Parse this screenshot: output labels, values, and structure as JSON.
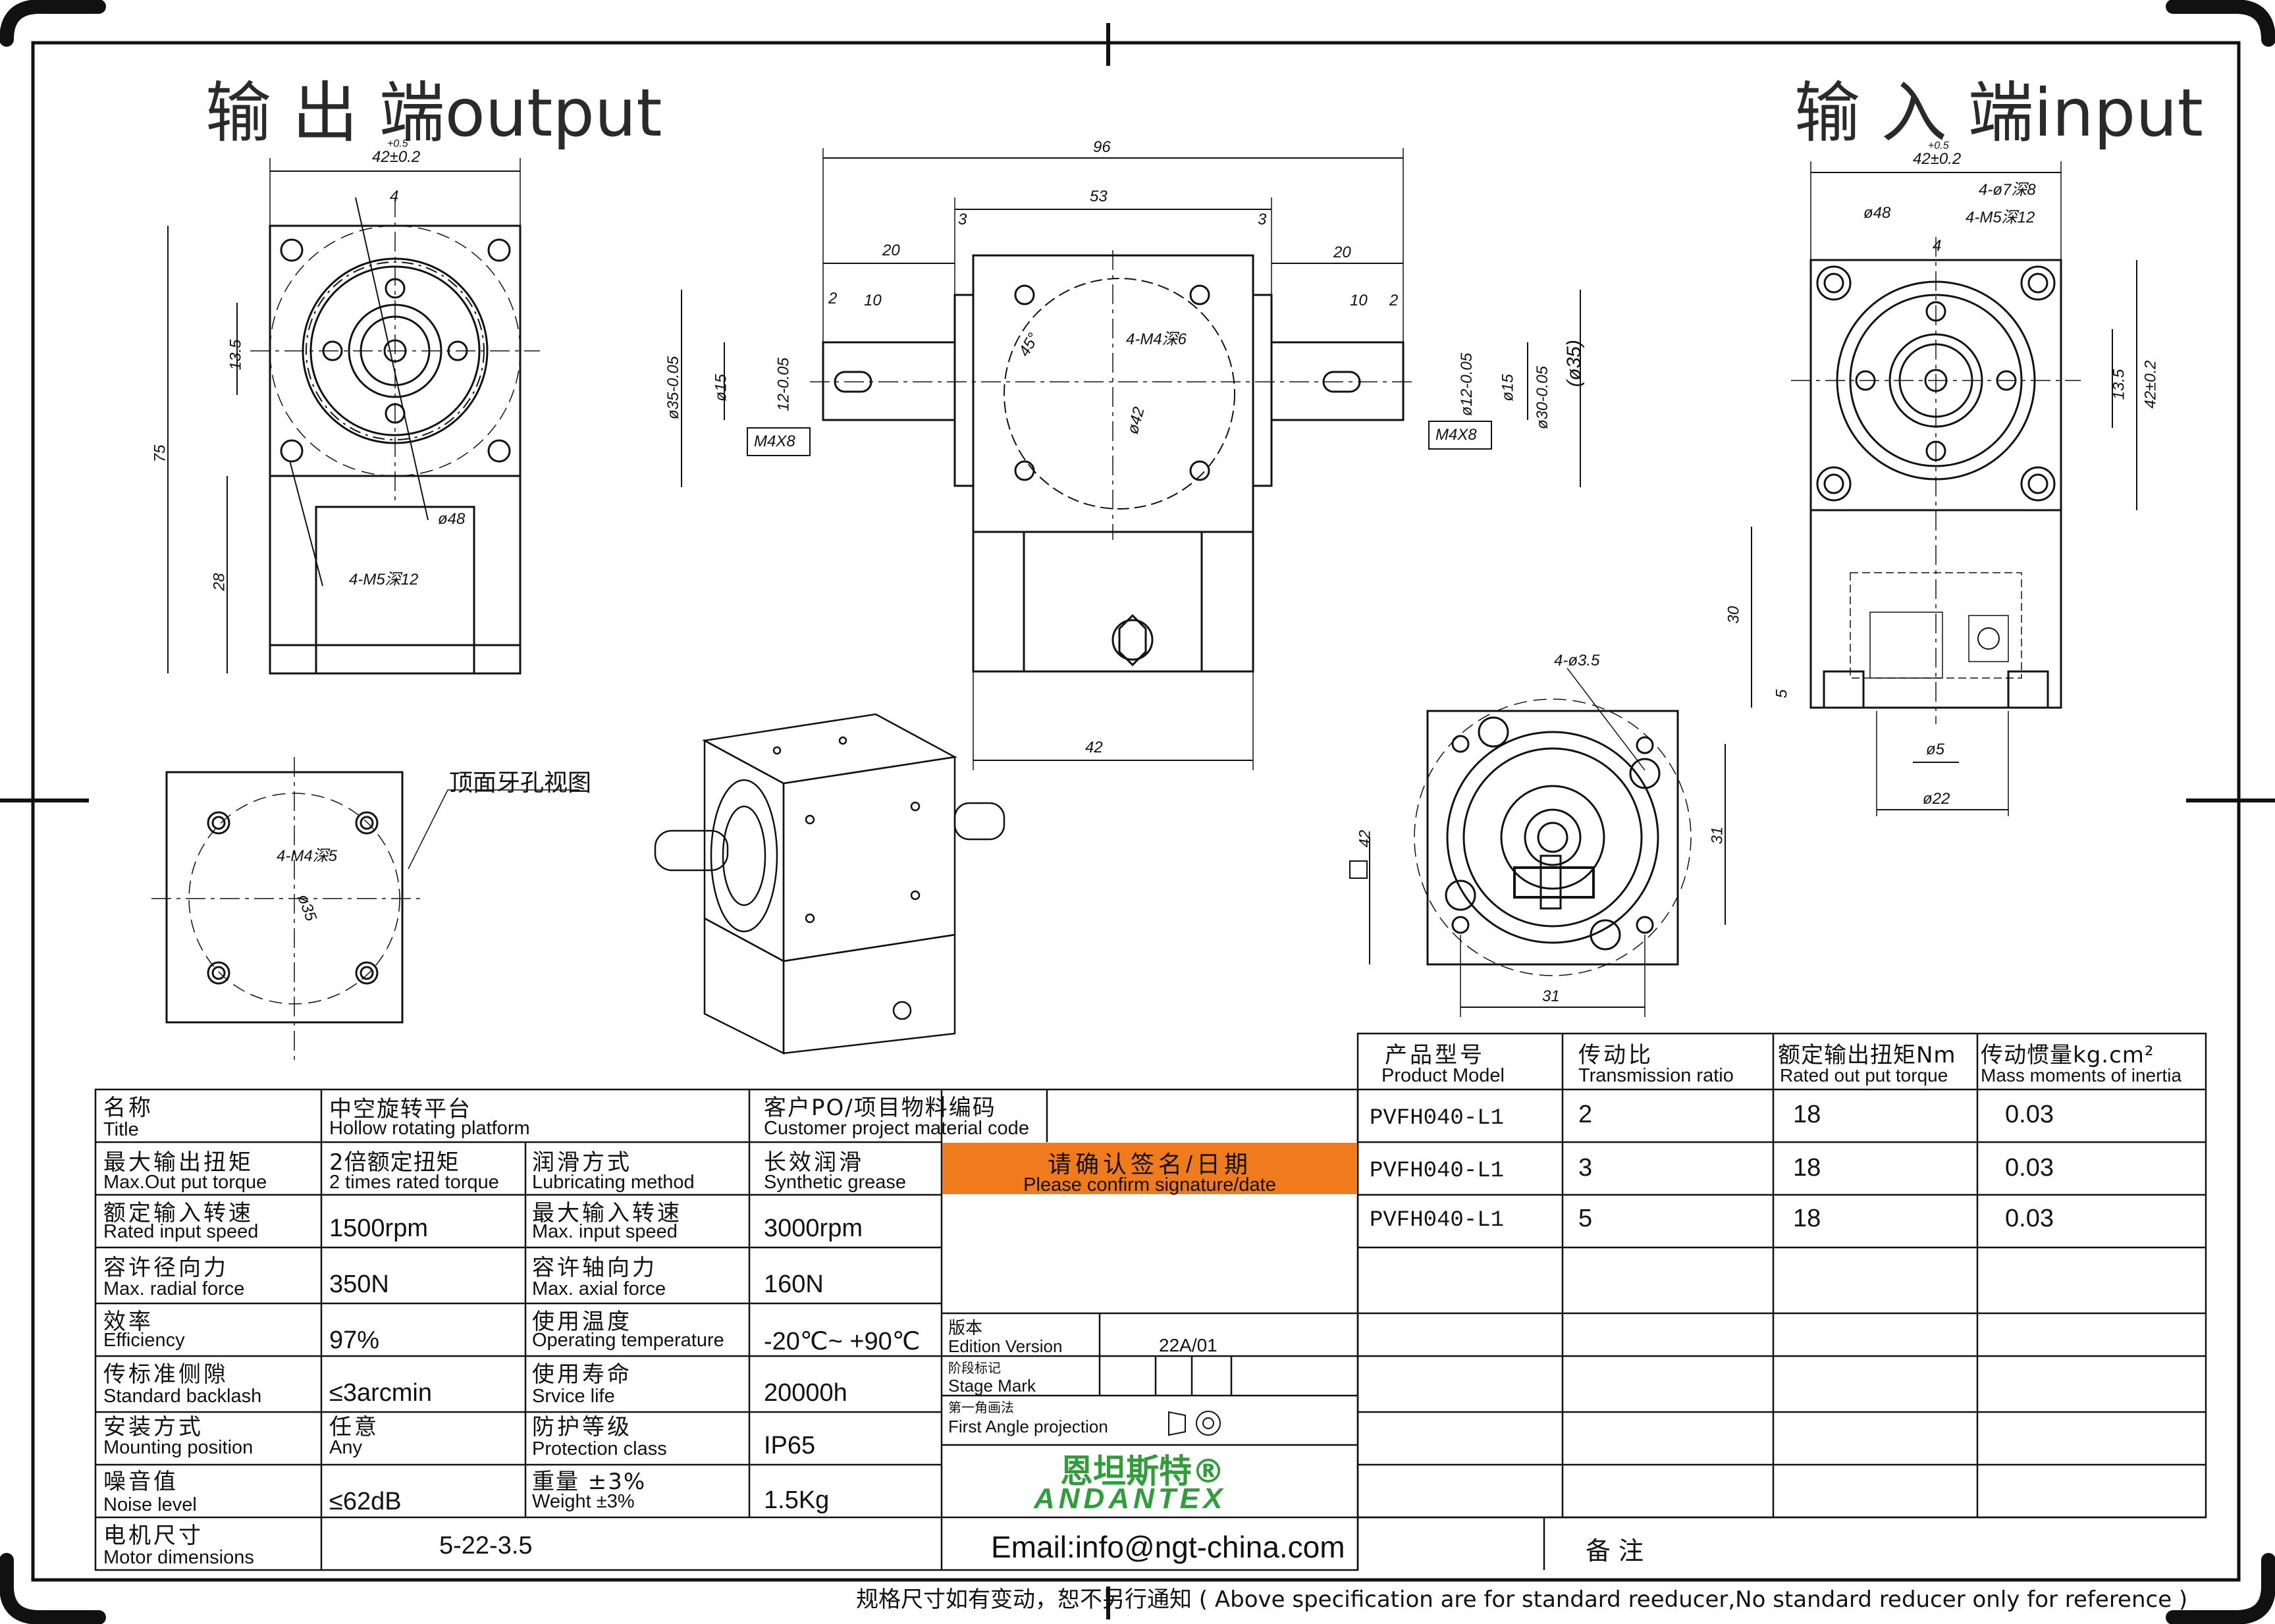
{
  "headers": {
    "output": "输 出 端output",
    "input": "输 入 端input",
    "top_hole_view": "顶面牙孔视图"
  },
  "dimensions": {
    "out_width": "42±0.2",
    "out_width_tol": "+0.5",
    "out_4": "4",
    "out_13_5": "13.5",
    "out_75": "75",
    "out_28": "28",
    "out_phi48": "ø48",
    "out_m5": "4-M5深12",
    "side_96": "96",
    "side_53": "53",
    "side_3a": "3",
    "side_3b": "3",
    "side_20a": "20",
    "side_20b": "20",
    "side_2a": "2",
    "side_2b": "2",
    "side_10a": "10",
    "side_10b": "10",
    "side_phi15a": "ø15",
    "side_phi15b": "ø15",
    "side_12a": "12-0.05",
    "side_12b": "ø12-0.05",
    "side_35a": "ø35-0.05",
    "side_30": "ø30-0.05",
    "side_35b": "(ø35)",
    "side_m4x8a": "M4X8",
    "side_m4x8b": "M4X8",
    "side_m4": "4-M4深6",
    "side_45": "45°",
    "side_phi42": "ø42",
    "side_42": "42",
    "in_width": "42±0.2",
    "in_width_tol": "+0.5",
    "in_4phi7": "4-ø7深8",
    "in_4m5": "4-M5深12",
    "in_phi48": "ø48",
    "in_4": "4",
    "in_13_5": "13.5",
    "in_42": "42±0.2",
    "in_30": "30",
    "in_5": "5",
    "in_phi5": "ø5",
    "in_phi22": "ø22",
    "top_m4": "4-M4深5",
    "top_phi35": "ø35",
    "br_3_5": "4-ø3.5",
    "br_42": "42",
    "br_31a": "31",
    "br_31b": "31"
  },
  "spec_table": {
    "title_cn": "名称",
    "title_en": "Title",
    "title_cn_val": "中空旋转平台",
    "title_en_val": "Hollow rotating platform",
    "cust_cn": "客户PO/项目物料编码",
    "cust_en": "Customer project material code",
    "rows": [
      {
        "cn1": "最大输出扭矩",
        "en1": "Max.Out put torque",
        "v1cn": "2倍额定扭矩",
        "v1en": "2 times rated torque",
        "cn2": "润滑方式",
        "en2": "Lubricating method",
        "v2cn": "长效润滑",
        "v2en": "Synthetic grease"
      },
      {
        "cn1": "额定输入转速",
        "en1": "Rated input speed",
        "v1": "1500rpm",
        "cn2": "最大输入转速",
        "en2": "Max. input speed",
        "v2": "3000rpm"
      },
      {
        "cn1": "容许径向力",
        "en1": "Max. radial force",
        "v1": "350N",
        "cn2": "容许轴向力",
        "en2": "Max. axial force",
        "v2": "160N"
      },
      {
        "cn1": "效率",
        "en1": "Efficiency",
        "v1": "97%",
        "cn2": "使用温度",
        "en2": "Operating temperature",
        "v2": "-20℃~ +90℃"
      },
      {
        "cn1": "传标准侧隙",
        "en1": "Standard backlash",
        "v1": "≤3arcmin",
        "cn2": "使用寿命",
        "en2": "Srvice life",
        "v2": "20000h"
      },
      {
        "cn1": "安装方式",
        "en1": "Mounting position",
        "v1cn": "任意",
        "v1en": "Any",
        "cn2": "防护等级",
        "en2": "Protection class",
        "v2": "IP65"
      },
      {
        "cn1": "噪音值",
        "en1": "Noise level",
        "v1": "≤62dB",
        "cn2": "重量 ±3%",
        "en2": "Weight ±3%",
        "v2": "1.5Kg"
      },
      {
        "cn1": "电机尺寸",
        "en1": "Motor dimensions",
        "v1": "5-22-3.5"
      }
    ],
    "confirm_cn": "请确认签名/日期",
    "confirm_en": "Please confirm signature/date",
    "edition_cn": "版本",
    "edition_en": "Edition Version",
    "edition_val": "22A/01",
    "stage_cn": "阶段标记",
    "stage_en": "Stage Mark",
    "proj_cn": "第一角画法",
    "proj_en": "First Angle projection",
    "logo_cn": "恩坦斯特®",
    "logo_en": "ANDANTEX",
    "email": "Email:info@ngt-china.com",
    "remark": "备注"
  },
  "model_table": {
    "headers": [
      {
        "cn": "产品型号",
        "en": "Product Model"
      },
      {
        "cn": "传动比",
        "en": "Transmission ratio"
      },
      {
        "cn": "额定输出扭矩Nm",
        "en": "Rated out put torque"
      },
      {
        "cn": "传动惯量kg.cm²",
        "en": "Mass moments of inertia"
      }
    ],
    "rows": [
      [
        "PVFH040-L1",
        "2",
        "18",
        "0.03"
      ],
      [
        "PVFH040-L1",
        "3",
        "18",
        "0.03"
      ],
      [
        "PVFH040-L1",
        "5",
        "18",
        "0.03"
      ]
    ]
  },
  "footer": "规格尺寸如有变动，恕不另行通知 ( Above specification are for standard reeducer,No standard reducer only for reference )"
}
